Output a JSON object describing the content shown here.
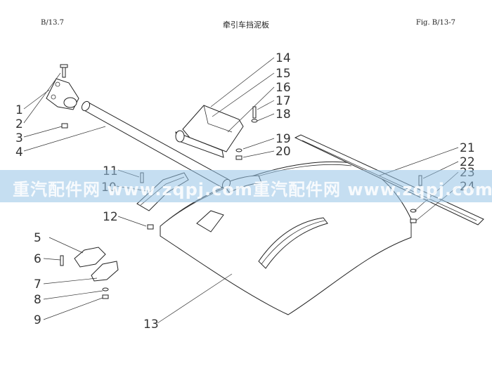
{
  "header": {
    "left": "B/13.7",
    "center": "牵引车挡泥板",
    "right": "Fig. B/13-7"
  },
  "watermark": {
    "text_1": "重汽配件网 www.zqpj.com",
    "text_2": "重汽配件网 www.zqpj.com",
    "color": "#96c3e6"
  },
  "callouts": [
    "1",
    "2",
    "3",
    "4",
    "5",
    "6",
    "7",
    "8",
    "9",
    "10",
    "11",
    "12",
    "13",
    "14",
    "15",
    "16",
    "17",
    "18",
    "19",
    "20",
    "21",
    "22",
    "23",
    "24"
  ]
}
